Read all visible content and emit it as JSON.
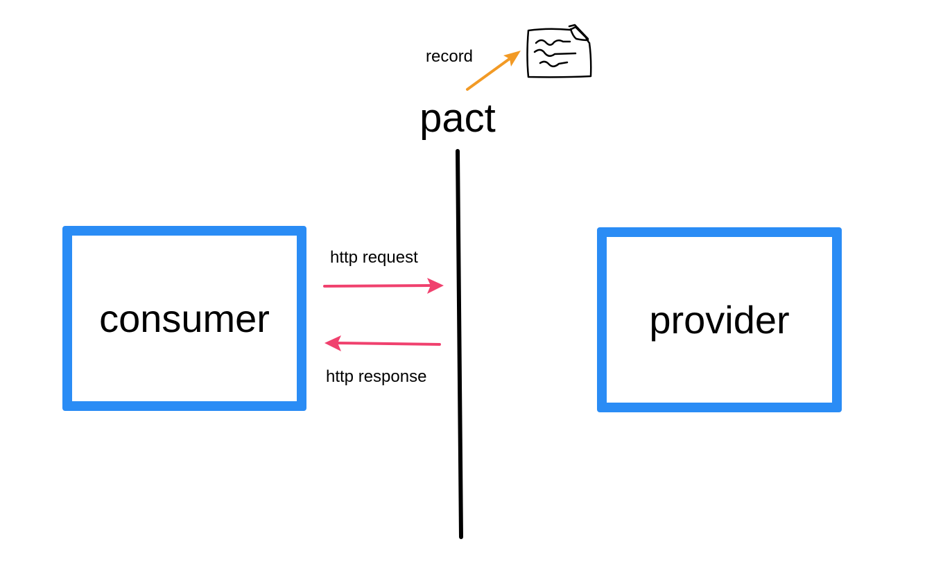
{
  "diagram": {
    "title": "pact",
    "consumer_label": "consumer",
    "provider_label": "provider",
    "request_label": "http request",
    "response_label": "http response",
    "record_label": "record",
    "colors": {
      "box_border": "#2a8cf5",
      "http_arrows": "#f0416e",
      "record_arrow": "#f29a25",
      "divider": "#000000"
    },
    "icons": {
      "record_target": "document-icon"
    }
  }
}
